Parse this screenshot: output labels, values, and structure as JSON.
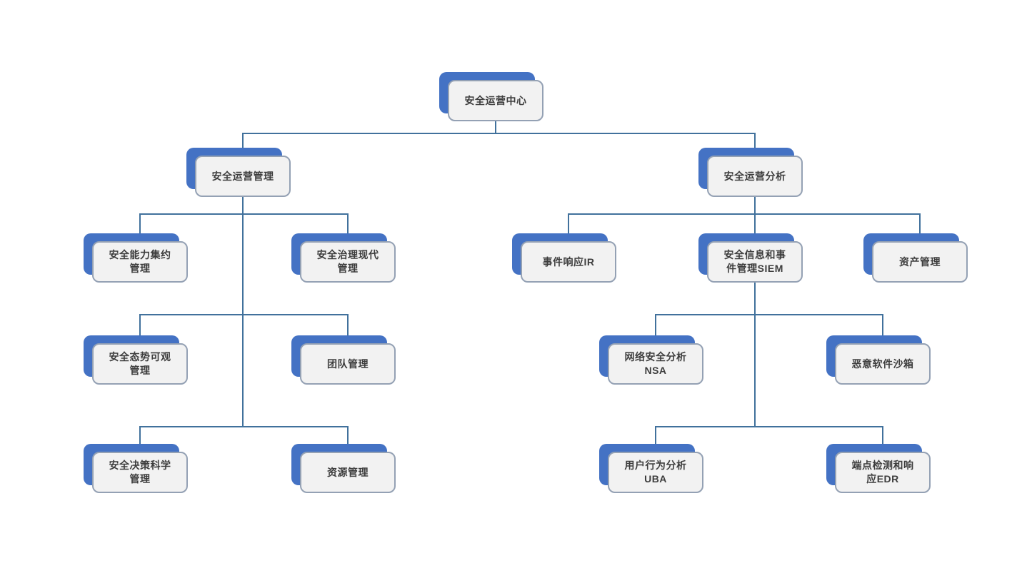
{
  "colors": {
    "shadow_blue": "#4472C4",
    "card_background": "#F2F2F2",
    "card_border": "#94A1B4",
    "connector": "#41719C",
    "text": "#3D3D3D"
  },
  "nodes": {
    "soc": {
      "label": "安全运营中心",
      "lines": [
        "安全运营中心"
      ]
    },
    "opsMgmt": {
      "label": "安全运营管理",
      "lines": [
        "安全运营管理"
      ]
    },
    "opsAnalysis": {
      "label": "安全运营分析",
      "lines": [
        "安全运营分析"
      ]
    },
    "capability": {
      "label": "安全能力集约管理",
      "lines": [
        "安全能力集约",
        "管理"
      ]
    },
    "governance": {
      "label": "安全治理现代管理",
      "lines": [
        "安全治理现代",
        "管理"
      ]
    },
    "posture": {
      "label": "安全态势可观管理",
      "lines": [
        "安全态势可观",
        "管理"
      ]
    },
    "team": {
      "label": "团队管理",
      "lines": [
        "团队管理"
      ]
    },
    "decision": {
      "label": "安全决策科学管理",
      "lines": [
        "安全决策科学",
        "管理"
      ]
    },
    "resource": {
      "label": "资源管理",
      "lines": [
        "资源管理"
      ]
    },
    "ir": {
      "label": "事件响应IR",
      "lines": [
        "事件响应IR"
      ]
    },
    "siem": {
      "label": "安全信息和事件管理SIEM",
      "lines": [
        "安全信息和事",
        "件管理SIEM"
      ]
    },
    "asset": {
      "label": "资产管理",
      "lines": [
        "资产管理"
      ]
    },
    "nsa": {
      "label": "网络安全分析NSA",
      "lines": [
        "网络安全分析",
        "NSA"
      ]
    },
    "sandbox": {
      "label": "恶意软件沙箱",
      "lines": [
        "恶意软件沙箱"
      ]
    },
    "uba": {
      "label": "用户行为分析UBA",
      "lines": [
        "用户行为分析",
        "UBA"
      ]
    },
    "edr": {
      "label": "端点检测和响应EDR",
      "lines": [
        "端点检测和响",
        "应EDR"
      ]
    }
  }
}
